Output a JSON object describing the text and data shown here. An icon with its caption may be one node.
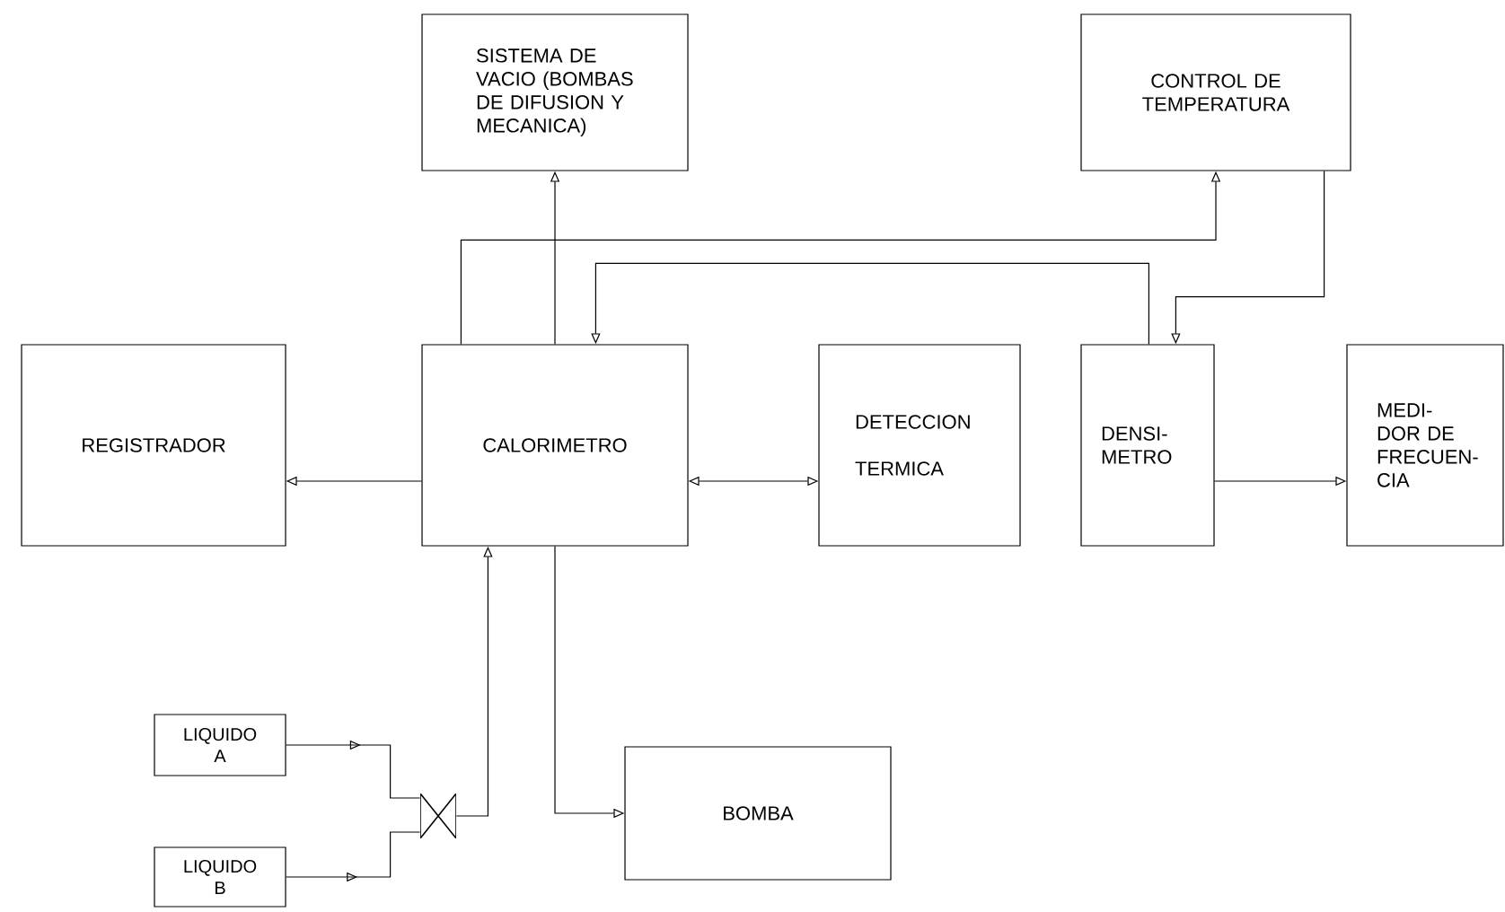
{
  "diagram": {
    "nodes": [
      {
        "text": [
          "SISTEMA DE VACIO (BOMBAS DE DIFUSION Y MECANICA)"
        ]
      },
      {
        "text": [
          "CONTROL DE TEMPERATURA"
        ]
      },
      {
        "text": [
          "REGISTRADOR"
        ]
      },
      {
        "text": [
          "CALORIMETRO"
        ]
      },
      {
        "text": [
          "DETECCION TERMICA"
        ]
      },
      {
        "text": [
          "DENSI- METRO"
        ]
      },
      {
        "text": [
          "MEDI- DOR DE FRECUEN- CIA"
        ]
      },
      {
        "text": [
          "BOMBA"
        ]
      },
      {
        "text": [
          "LIQUIDO A"
        ]
      },
      {
        "text": [
          "LIQUIDO B"
        ]
      },
      {
        "text": [],
        "shape": "valve"
      }
    ],
    "edges": [
      {
        "from": 3,
        "to": 0,
        "arrow": "to"
      },
      {
        "from": 3,
        "to": 1,
        "arrow": "to"
      },
      {
        "from": 1,
        "to": 5,
        "arrow": "to"
      },
      {
        "from": 5,
        "to": 3,
        "arrow": "to"
      },
      {
        "from": 3,
        "to": 2,
        "arrow": "to"
      },
      {
        "from": 3,
        "to": 4,
        "arrow": "both"
      },
      {
        "from": 5,
        "to": 6,
        "arrow": "to"
      },
      {
        "from": 3,
        "to": 7,
        "arrow": "to"
      },
      {
        "from": 8,
        "to": 10,
        "arrow": "to"
      },
      {
        "from": 9,
        "to": 10,
        "arrow": "to"
      },
      {
        "from": 10,
        "to": 3,
        "arrow": "to"
      }
    ]
  }
}
